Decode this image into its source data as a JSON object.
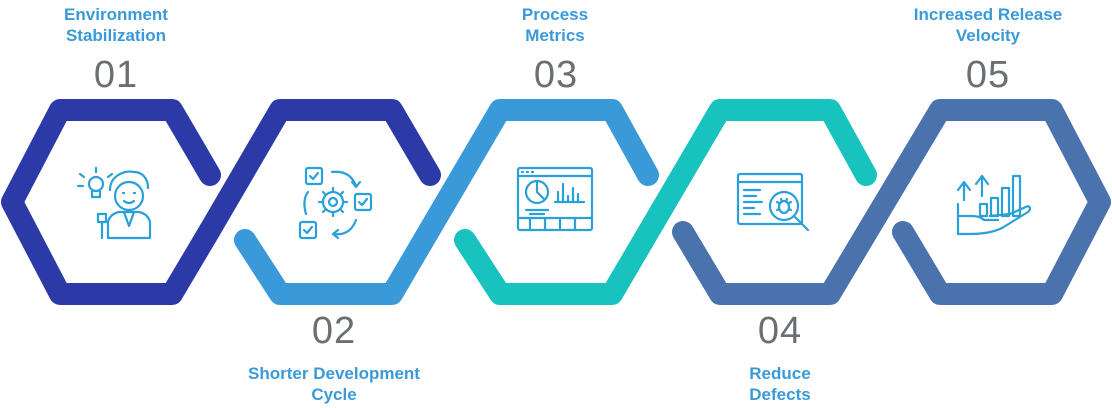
{
  "steps": [
    {
      "number": "01",
      "title_line1": "Environment",
      "title_line2": "Stabilization",
      "icon": "idea-person-icon",
      "color": "#2c3aa8"
    },
    {
      "number": "02",
      "title_line1": "Shorter Development",
      "title_line2": "Cycle",
      "icon": "workflow-gear-icon",
      "color": "#3a9ad9"
    },
    {
      "number": "03",
      "title_line1": "Process",
      "title_line2": "Metrics",
      "icon": "dashboard-icon",
      "color": "#3a9ad9"
    },
    {
      "number": "04",
      "title_line1": "Reduce",
      "title_line2": "Defects",
      "icon": "bug-search-icon",
      "color": "#4a72ad"
    },
    {
      "number": "05",
      "title_line1": "Increased Release",
      "title_line2": "Velocity",
      "icon": "growth-chart-hand-icon",
      "color": "#4a72ad"
    }
  ],
  "colors": {
    "navy": "#2c3aa8",
    "blue": "#3a9ad9",
    "teal": "#17c2bf",
    "steel": "#4a72ad",
    "number_gray": "#6a6f73",
    "icon_blue": "#2aa0d8"
  }
}
